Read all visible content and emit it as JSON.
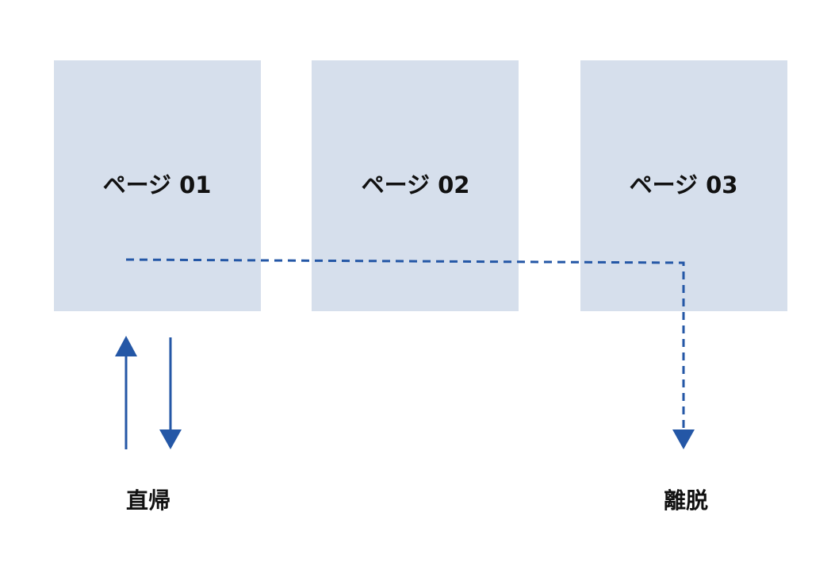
{
  "pages": [
    {
      "label": "ページ 01"
    },
    {
      "label": "ページ 02"
    },
    {
      "label": "ページ 03"
    }
  ],
  "flows": {
    "bounce": "直帰",
    "exit": "離脱"
  },
  "colors": {
    "box_fill": "#d6dfec",
    "arrow": "#2457a6",
    "text": "#111111"
  }
}
